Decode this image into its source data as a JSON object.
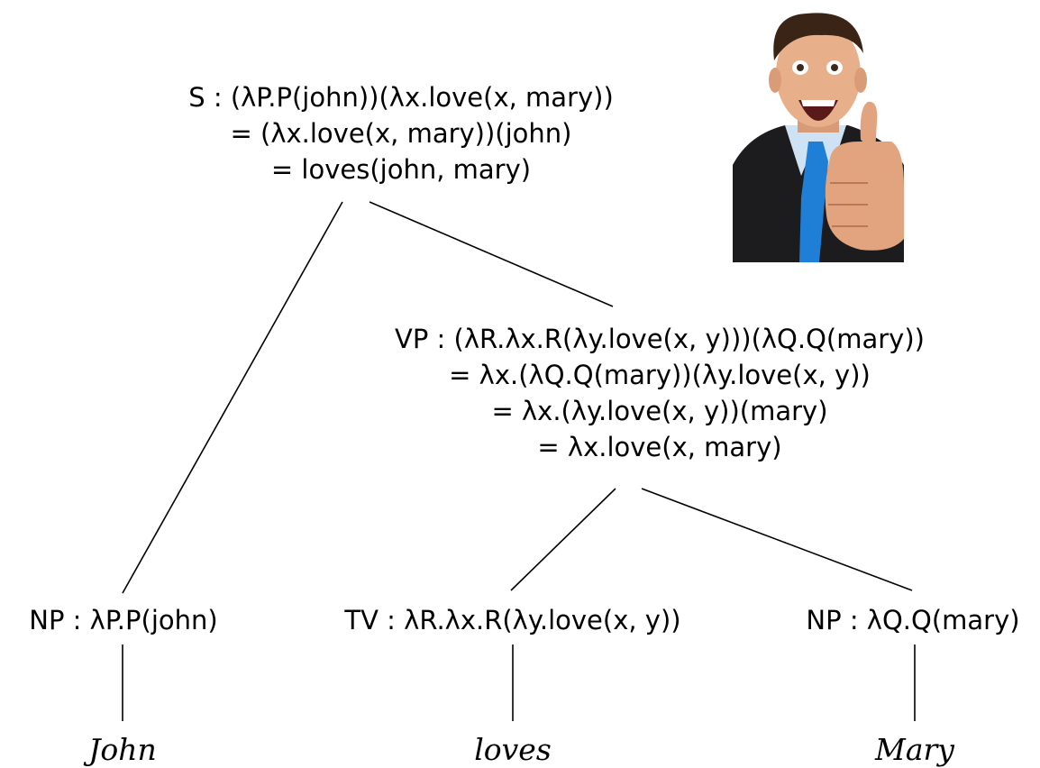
{
  "tree": {
    "root": {
      "lines": [
        "S : (λP.P(john))(λx.love(x, mary))",
        "= (λx.love(x, mary))(john)",
        "= loves(john, mary)"
      ]
    },
    "vp": {
      "lines": [
        "VP : (λR.λx.R(λy.love(x, y)))(λQ.Q(mary))",
        "= λx.(λQ.Q(mary))(λy.love(x, y))",
        "= λx.(λy.love(x, y))(mary)",
        "= λx.love(x, mary)"
      ]
    },
    "np_john": {
      "label": "NP : λP.P(john)"
    },
    "tv": {
      "label": "TV : λR.λx.R(λy.love(x, y))"
    },
    "np_mary": {
      "label": "NP : λQ.Q(mary)"
    },
    "words": {
      "john": "John",
      "loves": "loves",
      "mary": "Mary"
    }
  },
  "photo": {
    "subject": "excited man in suit giving thumbs up",
    "colors": {
      "suit": "#1c1c1e",
      "shirt": "#cfe2f3",
      "tie": "#1f7fd6",
      "skin": "#e7b08a",
      "hair": "#3a2416"
    }
  }
}
